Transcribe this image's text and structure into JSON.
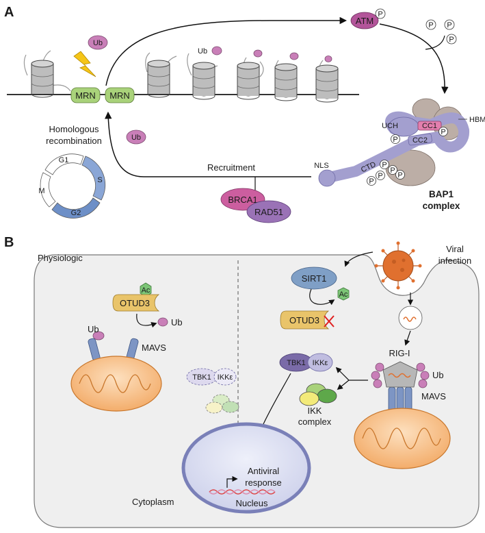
{
  "panel_a": {
    "label": "A",
    "atm": "ATM",
    "p": "P",
    "ub": "Ub",
    "mrn_left": "MRN",
    "mrn_right": "MRN",
    "hbm": "HBM",
    "uch": "UCH",
    "cc1": "CC1",
    "cc2": "CC2",
    "ctd": "CTD",
    "nls": "NLS",
    "bap1_line1": "BAP1",
    "bap1_line2": "complex",
    "hr_line1": "Homologous",
    "hr_line2": "recombination",
    "g1": "G1",
    "s": "S",
    "g2": "G2",
    "m": "M",
    "recruitment": "Recruitment",
    "brca1": "BRCA1",
    "rad51": "RAD51"
  },
  "panel_b": {
    "label": "B",
    "physiologic": "Physiologic",
    "viral_line1": "Viral",
    "viral_line2": "infection",
    "ac": "Ac",
    "otud3": "OTUD3",
    "ub": "Ub",
    "mavs": "MAVS",
    "sirt1": "SIRT1",
    "tbk1": "TBK1",
    "ikke": "IKKε",
    "rigi": "RIG-I",
    "ikk_line1": "IKK",
    "ikk_line2": "complex",
    "antiviral_line1": "Antiviral",
    "antiviral_line2": "response",
    "nucleus": "Nucleus",
    "cytoplasm": "Cytoplasm"
  },
  "colors": {
    "ub": "#c97fb8",
    "mrn": "#a9d27a",
    "atm": "#b3559a",
    "bap1": "#a39fcf",
    "cc1": "#e37fae",
    "bap_partner": "#bcaea6",
    "brca1": "#cc5e9f",
    "rad51": "#9a72b6",
    "otud3": "#e9c46a",
    "sirt1": "#7f9fc6",
    "cell": "#efefef",
    "mito": "#f6bf8a",
    "nucleus": "#d9dcf0",
    "virus": "#e0702f",
    "mavs": "#7d95c4",
    "ac": "#7cc576",
    "cycle": "#6d8fc7"
  }
}
